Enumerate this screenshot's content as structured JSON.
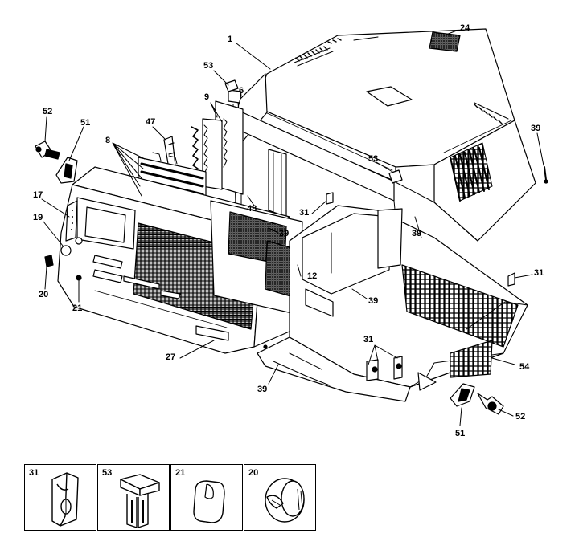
{
  "diagram": {
    "callouts": [
      {
        "id": "c1",
        "label": "1"
      },
      {
        "id": "c24",
        "label": "24"
      },
      {
        "id": "c39a",
        "label": "39"
      },
      {
        "id": "c53a",
        "label": "53"
      },
      {
        "id": "c6",
        "label": "6"
      },
      {
        "id": "c9",
        "label": "9"
      },
      {
        "id": "c47",
        "label": "47"
      },
      {
        "id": "c8",
        "label": "8"
      },
      {
        "id": "c52a",
        "label": "52"
      },
      {
        "id": "c51a",
        "label": "51"
      },
      {
        "id": "c17",
        "label": "17"
      },
      {
        "id": "c19",
        "label": "19"
      },
      {
        "id": "c20",
        "label": "20"
      },
      {
        "id": "c21",
        "label": "21"
      },
      {
        "id": "c53b",
        "label": "53"
      },
      {
        "id": "c31a",
        "label": "31"
      },
      {
        "id": "c48",
        "label": "48"
      },
      {
        "id": "c39b",
        "label": "39"
      },
      {
        "id": "c39c",
        "label": "39"
      },
      {
        "id": "c12",
        "label": "12"
      },
      {
        "id": "c39d",
        "label": "39"
      },
      {
        "id": "c31b",
        "label": "31"
      },
      {
        "id": "c27",
        "label": "27"
      },
      {
        "id": "c31c",
        "label": "31"
      },
      {
        "id": "c39e",
        "label": "39"
      },
      {
        "id": "c54",
        "label": "54"
      },
      {
        "id": "c52b",
        "label": "52"
      },
      {
        "id": "c51b",
        "label": "51"
      }
    ],
    "inset_boxes": [
      {
        "id": "ib31",
        "label": "31",
        "icon": "clip-icon"
      },
      {
        "id": "ib53",
        "label": "53",
        "icon": "plug-clip-icon"
      },
      {
        "id": "ib21",
        "label": "21",
        "icon": "button-cap-icon"
      },
      {
        "id": "ib20",
        "label": "20",
        "icon": "knob-icon"
      }
    ],
    "colors": {
      "ink": "#000000",
      "paper": "#ffffff",
      "shade": "#d9d9d9"
    }
  }
}
